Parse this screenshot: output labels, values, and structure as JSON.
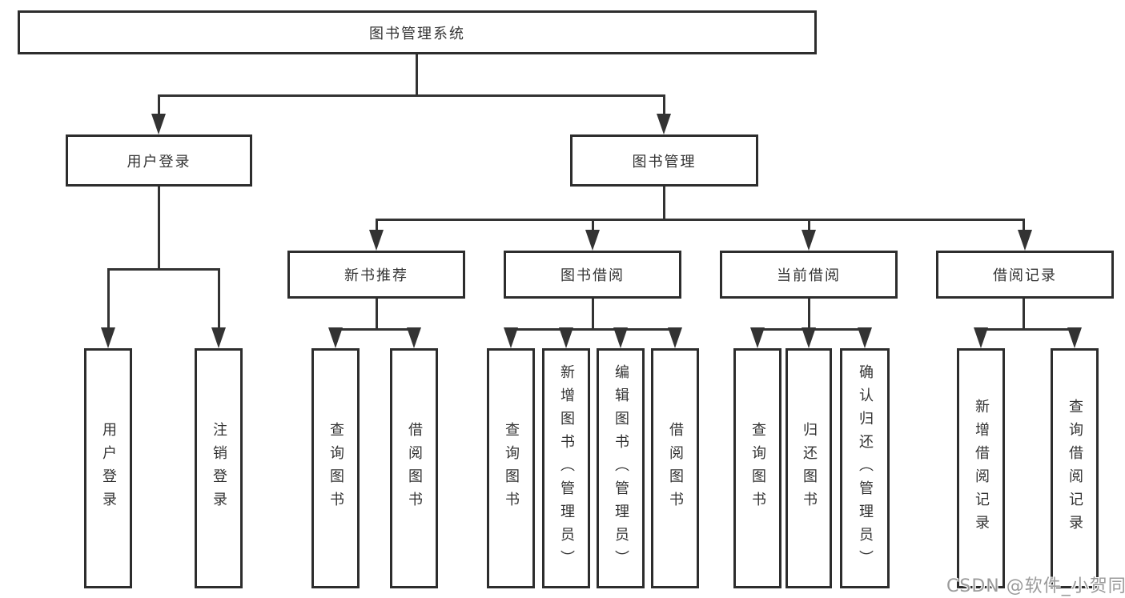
{
  "diagram": {
    "root": {
      "label": "图书管理系统"
    },
    "children": [
      {
        "label": "用户登录",
        "children": [
          {
            "label": "用户登录"
          },
          {
            "label": "注销登录"
          }
        ]
      },
      {
        "label": "图书管理",
        "children": [
          {
            "label": "新书推荐",
            "children": [
              {
                "label": "查询图书"
              },
              {
                "label": "借阅图书"
              }
            ]
          },
          {
            "label": "图书借阅",
            "children": [
              {
                "label": "查询图书"
              },
              {
                "label": "新增图书（管理员）"
              },
              {
                "label": "编辑图书（管理员）"
              },
              {
                "label": "借阅图书"
              }
            ]
          },
          {
            "label": "当前借阅",
            "children": [
              {
                "label": "查询图书"
              },
              {
                "label": "归还图书"
              },
              {
                "label": "确认归还（管理员）"
              }
            ]
          },
          {
            "label": "借阅记录",
            "children": [
              {
                "label": "新增借阅记录"
              },
              {
                "label": "查询借阅记录"
              }
            ]
          }
        ]
      }
    ]
  },
  "watermark": {
    "text": "CSDN @软件_小贺同学"
  },
  "colors": {
    "line": "#333333",
    "box_border": "#2d2d2d",
    "text": "#333333",
    "watermark_text": "#9b9b9b",
    "background": "#ffffff"
  }
}
